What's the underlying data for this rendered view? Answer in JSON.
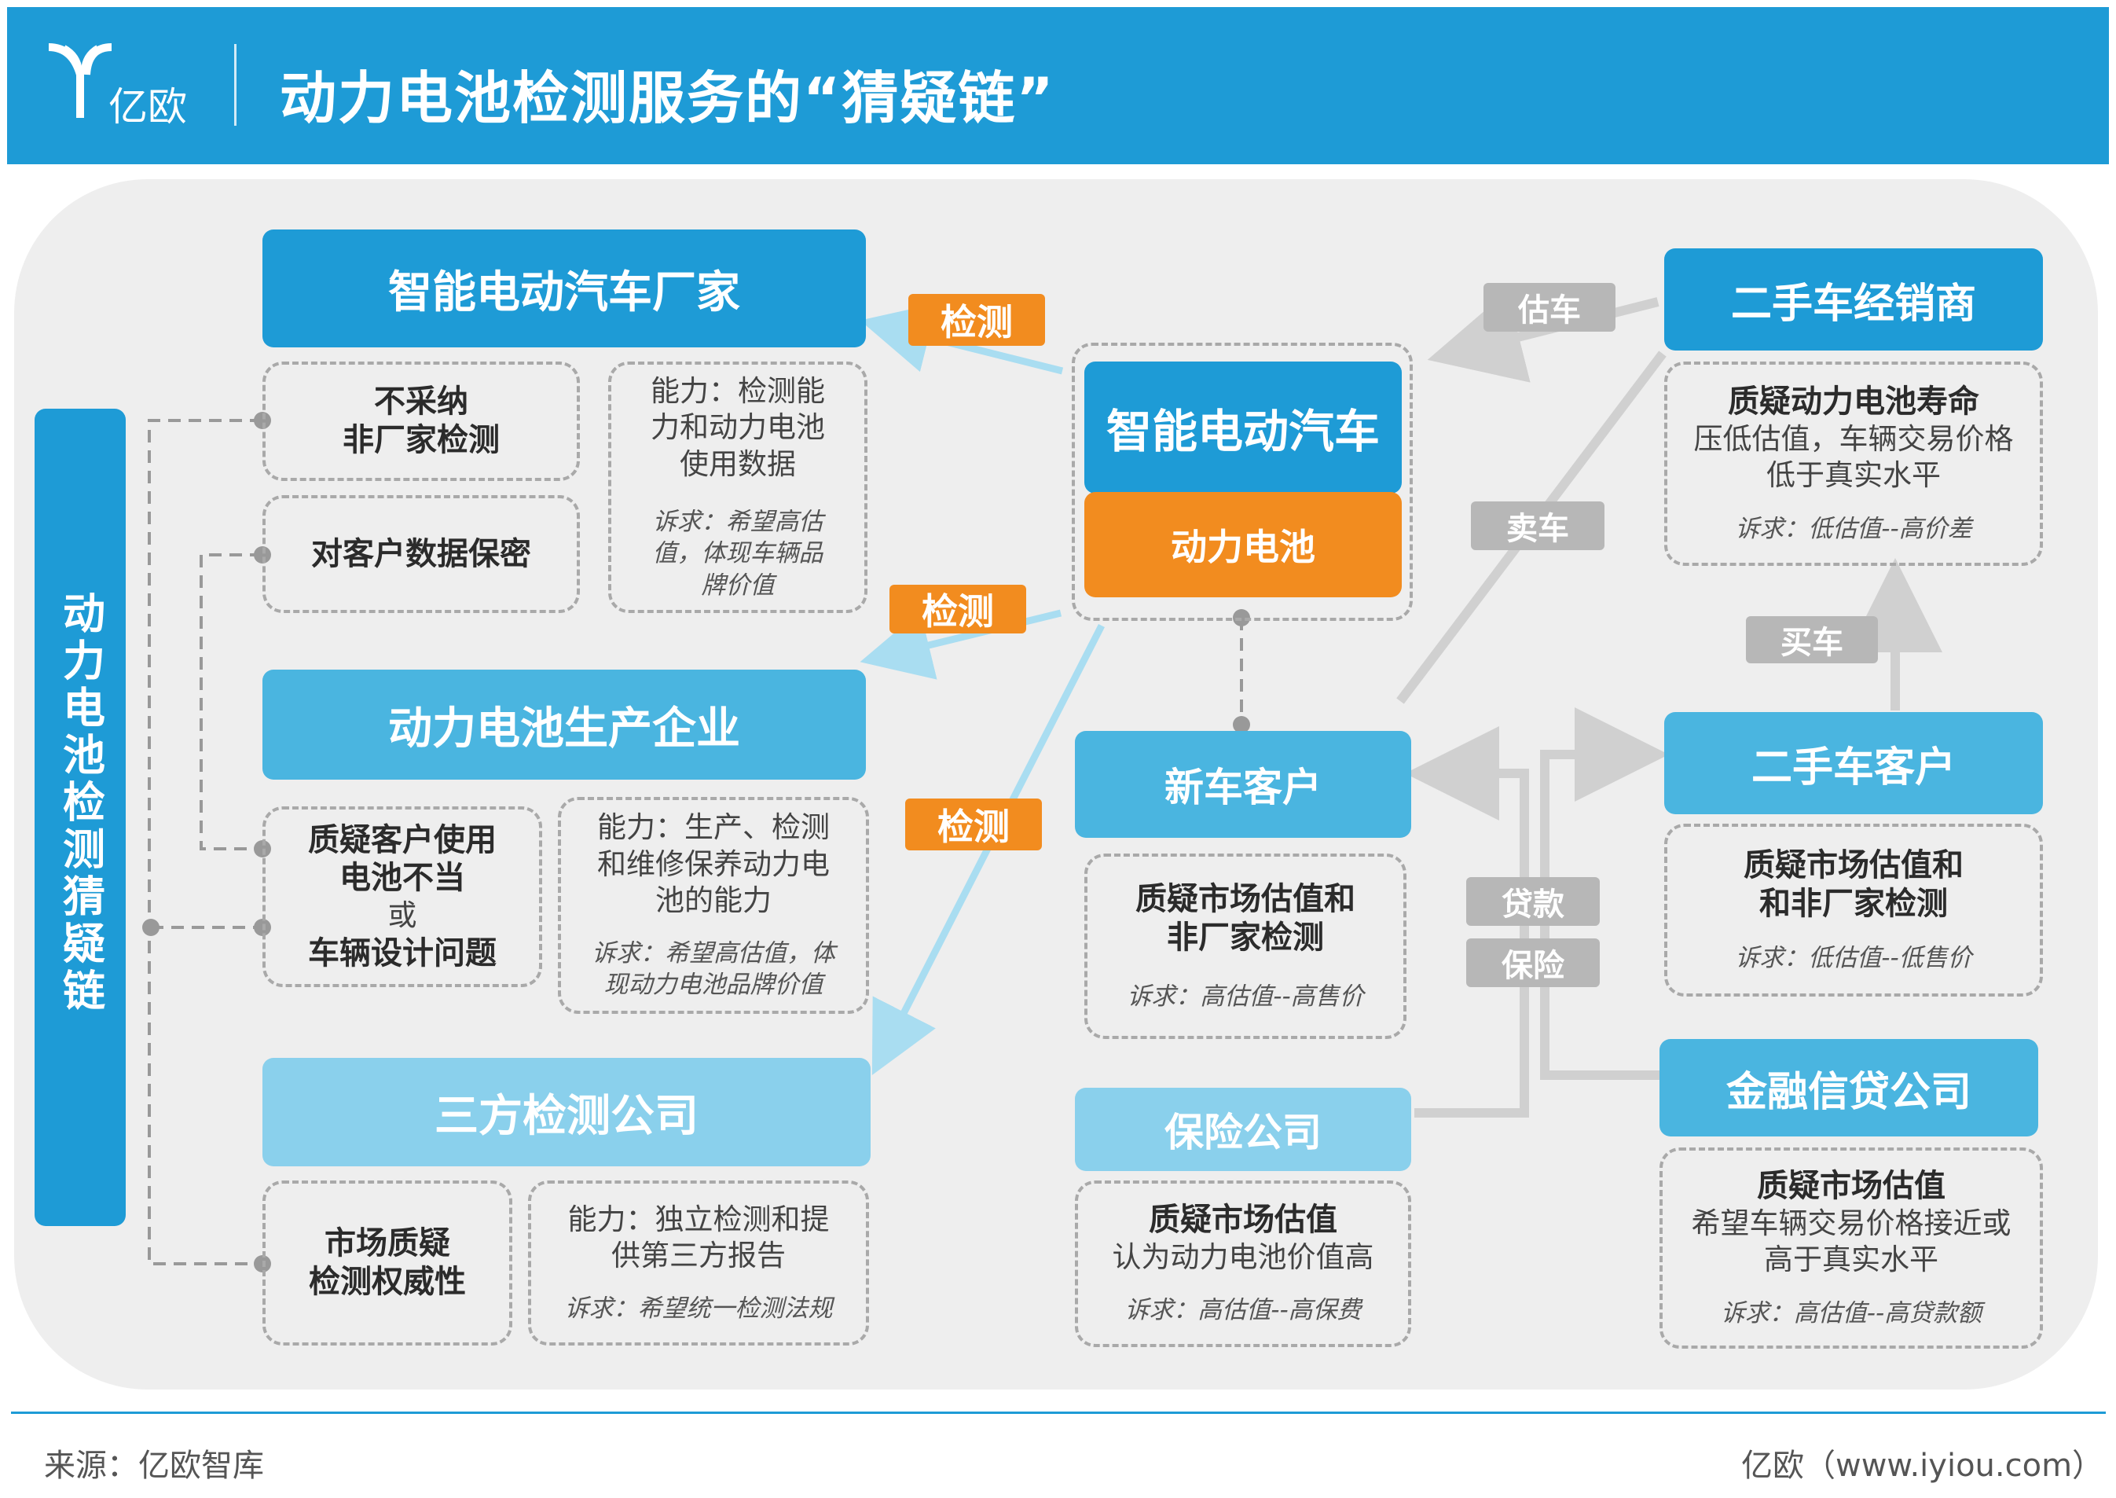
{
  "header": {
    "logo_text": "亿欧",
    "title": "动力电池检测服务的“猜疑链”"
  },
  "side_title": "动力电池检测猜疑链",
  "left": {
    "manufacturer": {
      "title": "智能电动汽车厂家",
      "item1": [
        "不采纳",
        "非厂家检测"
      ],
      "item2": "对客户数据保密",
      "ability": [
        "能力：检测能",
        "力和动力电池",
        "使用数据"
      ],
      "demand": [
        "诉求：希望高估",
        "值，体现车辆品",
        "牌价值"
      ]
    },
    "battery_maker": {
      "title": "动力电池生产企业",
      "item": [
        "质疑客户使用",
        "电池不当",
        "或",
        "车辆设计问题"
      ],
      "ability": [
        "能力：生产、检测",
        "和维修保养动力电",
        "池的能力"
      ],
      "demand": [
        "诉求：希望高估值，体",
        "现动力电池品牌价值"
      ]
    },
    "third_party": {
      "title": "三方检测公司",
      "item": [
        "市场质疑",
        "检测权威性"
      ],
      "ability": [
        "能力：独立检测和提",
        "供第三方报告"
      ],
      "demand": "诉求：希望统一检测法规"
    }
  },
  "center": {
    "car": "智能电动汽车",
    "battery": "动力电池",
    "new_customer": {
      "title": "新车客户",
      "item": [
        "质疑市场估值和",
        "非厂家检测"
      ],
      "demand": "诉求：高估值--高售价"
    },
    "insurer": {
      "title": "保险公司",
      "item_bold": "质疑市场估值",
      "item": "认为动力电池价值高",
      "demand": "诉求：高估值--高保费"
    }
  },
  "right": {
    "dealer": {
      "title": "二手车经销商",
      "item_bold": "质疑动力电池寿命",
      "item": [
        "压低估值，车辆交易价格",
        "低于真实水平"
      ],
      "demand": "诉求：低估值--高价差"
    },
    "used_customer": {
      "title": "二手车客户",
      "item": [
        "质疑市场估值和",
        "和非厂家检测"
      ],
      "demand": "诉求：低估值--低售价"
    },
    "finance": {
      "title": "金融信贷公司",
      "item_bold": "质疑市场估值",
      "item": [
        "希望车辆交易价格接近或",
        "高于真实水平"
      ],
      "demand": "诉求：高估值--高贷款额"
    }
  },
  "tags": {
    "detect1": "检测",
    "detect2": "检测",
    "detect3": "检测",
    "estimate": "估车",
    "sell": "卖车",
    "buy": "买车",
    "loan": "贷款",
    "insurance": "保险"
  },
  "footer": {
    "source": "来源：亿欧智库",
    "site": "亿欧（www.iyiou.com）"
  },
  "colors": {
    "brand_blue": "#1e9bd6",
    "light_blue": "#4ab5e0",
    "pale_blue": "#8ad0ec",
    "orange": "#f28c1f",
    "gray": "#b7b7b7"
  }
}
